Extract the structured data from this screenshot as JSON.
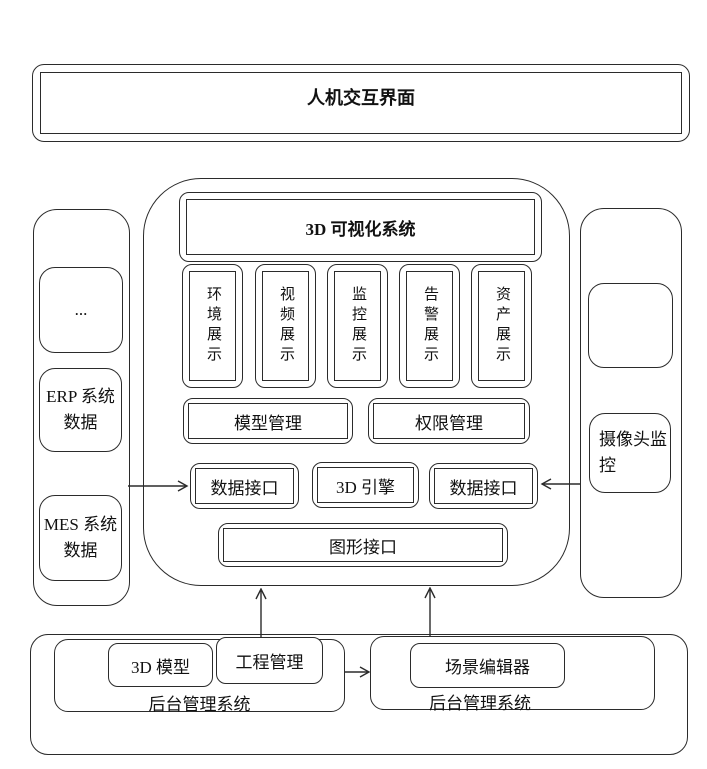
{
  "colors": {
    "line": "#2b2b2b",
    "background": "#ffffff"
  },
  "top_box": {
    "label": "人机交互界面"
  },
  "viz_system": {
    "title": "3D 可视化系统",
    "display_modules": [
      {
        "label": "环境展示"
      },
      {
        "label": "视频展示"
      },
      {
        "label": "监控展示"
      },
      {
        "label": "告警展示"
      },
      {
        "label": "资产展示"
      }
    ],
    "mgmt_modules": [
      {
        "label": "模型管理"
      },
      {
        "label": "权限管理"
      }
    ],
    "interface_row": [
      {
        "label": "数据接口"
      },
      {
        "label": "3D 引擎"
      },
      {
        "label": "数据接口"
      }
    ],
    "graphics_interface": {
      "label": "图形接口"
    }
  },
  "left_panel": {
    "more_label": "...",
    "erp_label": "ERP 系统数据",
    "mes_label": "MES 系统数据"
  },
  "right_panel": {
    "empty_label": "",
    "camera_label": "摄像头监控"
  },
  "bottom": {
    "left_system": {
      "label": "后台管理系统",
      "modules": [
        {
          "label": "3D 模型"
        },
        {
          "label": "工程管理"
        }
      ]
    },
    "right_system": {
      "label": "后台管理系统",
      "modules": [
        {
          "label": "场景编辑器"
        }
      ]
    }
  }
}
